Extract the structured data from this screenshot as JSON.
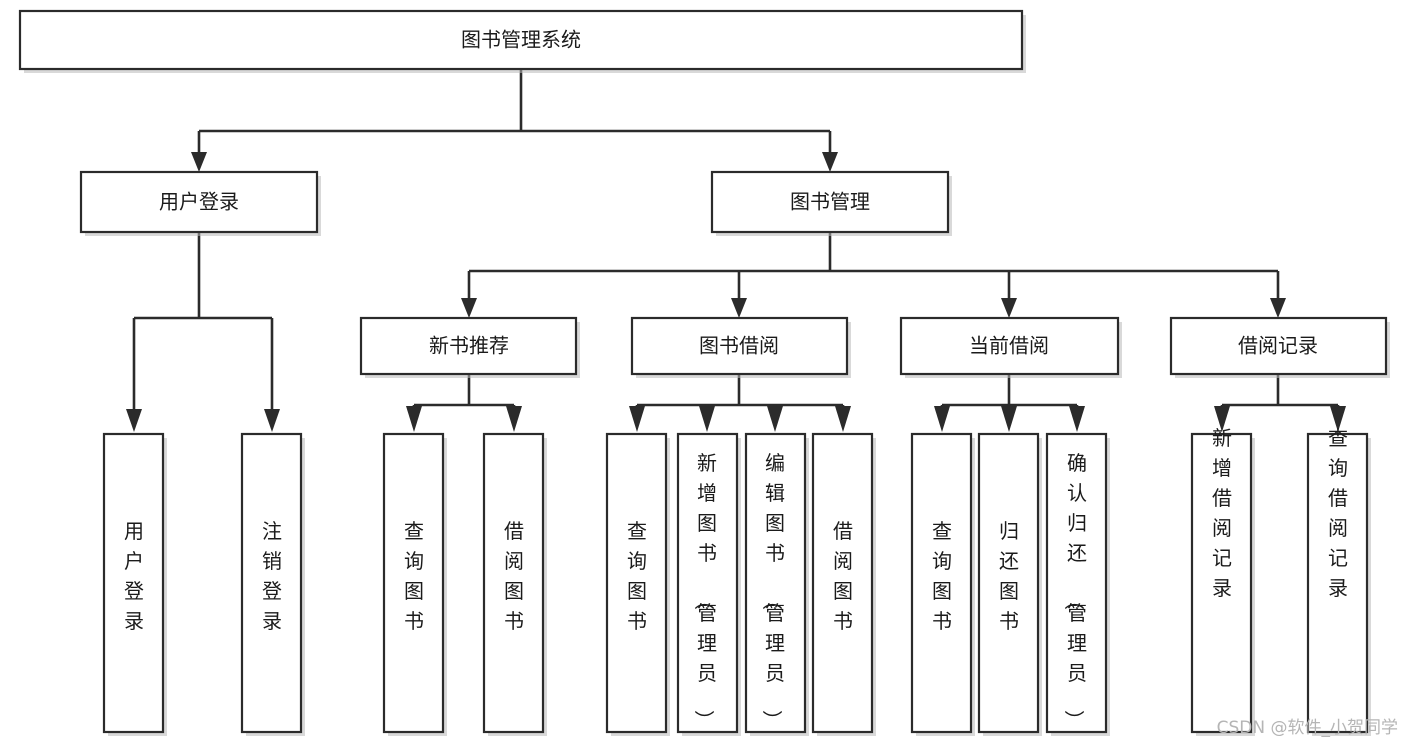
{
  "diagram": {
    "type": "hierarchy-tree",
    "title": "图书管理系统",
    "orientation": "top-down",
    "colors": {
      "box_stroke": "#2b2b2b",
      "box_fill": "#ffffff",
      "connector": "#2b2b2b",
      "text": "#1b1b1b",
      "watermark": "#b5b5b5",
      "background": "#ffffff"
    },
    "root": {
      "label": "图书管理系统"
    },
    "level2": [
      {
        "label": "用户登录"
      },
      {
        "label": "图书管理"
      }
    ],
    "level3": [
      {
        "label": "新书推荐"
      },
      {
        "label": "图书借阅"
      },
      {
        "label": "当前借阅"
      },
      {
        "label": "借阅记录"
      }
    ],
    "leaves": {
      "user_login": [
        {
          "label": "用户登录"
        },
        {
          "label": "注销登录"
        }
      ],
      "new_book_recommend": [
        {
          "label": "查询图书"
        },
        {
          "label": "借阅图书"
        }
      ],
      "book_borrow": [
        {
          "label": "查询图书"
        },
        {
          "label": "新增图书（管理员）"
        },
        {
          "label": "编辑图书（管理员）"
        },
        {
          "label": "借阅图书"
        }
      ],
      "current_borrow": [
        {
          "label": "查询图书"
        },
        {
          "label": "归还图书"
        },
        {
          "label": "确认归还（管理员）"
        }
      ],
      "borrow_record": [
        {
          "label": "新增借阅记录"
        },
        {
          "label": "查询借阅记录"
        }
      ]
    }
  },
  "watermark": {
    "text": "CSDN @软件_小贺同学"
  }
}
